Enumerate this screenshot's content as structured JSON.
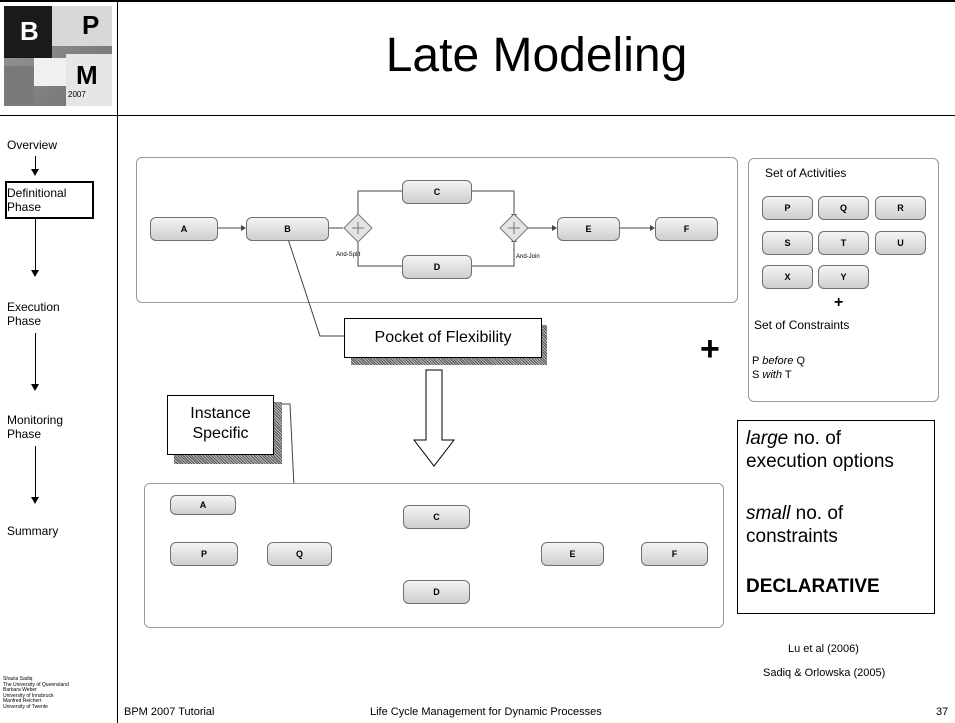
{
  "slide": {
    "title": "Late Modeling",
    "slide_number": "37"
  },
  "logo": {
    "letter_b": "B",
    "letter_p": "P",
    "letter_m": "M",
    "year": "2007"
  },
  "nav": {
    "items": [
      "Overview",
      "Definitional Phase",
      "Execution Phase",
      "Monitoring Phase",
      "Summary"
    ],
    "definitional_line1": "Definitional",
    "definitional_line2": "Phase",
    "execution_line1": "Execution",
    "execution_line2": "Phase",
    "monitoring_line1": "Monitoring",
    "monitoring_line2": "Phase"
  },
  "credits": [
    "Shazia Sadiq",
    "The University of Queensland",
    "Barbara Weber",
    "University of Innsbruck",
    "Manfred Reichert",
    "University of Twente"
  ],
  "footer": {
    "left": "BPM 2007 Tutorial",
    "center": "Life Cycle Management for Dynamic Processes"
  },
  "top_process": {
    "activities": [
      "A",
      "B",
      "C",
      "D",
      "E",
      "F"
    ],
    "and_split": "And-Split",
    "and_join": "And-Join"
  },
  "bottom_process": {
    "activities": [
      "A",
      "P",
      "Q",
      "C",
      "D",
      "E",
      "F"
    ]
  },
  "pocket_label": "Pocket of Flexibility",
  "instance_label_line1": "Instance",
  "instance_label_line2": "Specific",
  "activity_set": {
    "title": "Set of Activities",
    "items": [
      "P",
      "Q",
      "R",
      "S",
      "T",
      "U",
      "X",
      "Y"
    ],
    "plus": "+",
    "constraints_title": "Set of Constraints",
    "c1_a": "P",
    "c1_op": "before",
    "c1_b": "Q",
    "c2_a": "S",
    "c2_op": "with",
    "c2_b": "T"
  },
  "big_plus": "+",
  "info_box": {
    "l1_em": "large",
    "l1_rest": " no. of",
    "l2": "execution options",
    "l3_em": "small",
    "l3_rest": "  no. of",
    "l4": "constraints",
    "l5": "DECLARATIVE"
  },
  "refs": [
    "Lu et al (2006)",
    "Sadiq & Orlowska (2005)"
  ]
}
